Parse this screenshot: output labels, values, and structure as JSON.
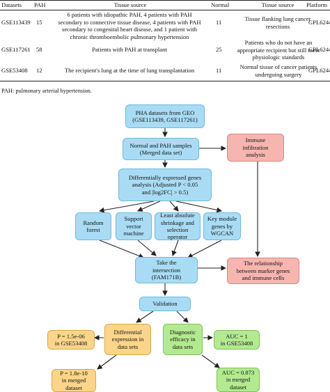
{
  "table": {
    "headers": [
      "Datasets",
      "PAH",
      "Tissue source",
      "Normal",
      "Tissue source",
      "Platform"
    ],
    "rows": [
      {
        "dataset": "GSE113439",
        "pah": "15",
        "source": [
          "6 patients with idiopathic PAH, 4 patients with PAH",
          "secondary to connective tissue disease, 4 patients with PAH",
          "secondary to congenital heart disease, and 1 patient with",
          "chronic thromboembolic pulmonary hypertension"
        ],
        "normal": "11",
        "normal_source": [
          "Tissue flanking lung cancer",
          "resections"
        ],
        "platform": "GPL6244"
      },
      {
        "dataset": "GSE117261",
        "pah": "58",
        "source": [
          "Patients with PAH at transplant"
        ],
        "normal": "25",
        "normal_source": [
          "Patients who do not have an",
          "appropriate recipient but still meet",
          "physiologic standards"
        ],
        "platform": "GPL6244"
      },
      {
        "dataset": "GSE53408",
        "pah": "12",
        "source": [
          "The recipient's lung at the time of lung transplantation"
        ],
        "normal": "11",
        "normal_source": [
          "Normal tissue of cancer patients",
          "undergoing surgery"
        ],
        "platform": "GPL6244"
      }
    ],
    "footnote": "PAH: pulmonary arterial hypertension."
  },
  "flow": {
    "geo": [
      "PHA datasets from GEO",
      "(GSE113439, GSE117261)"
    ],
    "merged": [
      "Normal and PAH samples",
      "(Merged data set)"
    ],
    "immune": [
      "Immune",
      "infiltration",
      "analysis"
    ],
    "deg": [
      "Differentially expressed genes",
      "analysis (Adjusted P < 0.05",
      "and |log2FC| > 0.5)"
    ],
    "rf": [
      "Random",
      "forest"
    ],
    "svm": [
      "Support",
      "vector",
      "machine"
    ],
    "lasso": [
      "Least absolute",
      "shrinkage and",
      "selection operator"
    ],
    "wgcna": [
      "Key module",
      "genes by",
      "WGCAN"
    ],
    "intersect": [
      "Take the",
      "intersection",
      "(FAM171B)"
    ],
    "relationship": [
      "The relationship",
      "between marker genes",
      "and immune cells"
    ],
    "validation": [
      "Validation"
    ],
    "diffexp": [
      "Differential",
      "expression in",
      "data sets"
    ],
    "diag": [
      "Diagnostic",
      "efficacy in",
      "data sets"
    ],
    "p1": [
      "P = 1.5e-06",
      "in GSE53408"
    ],
    "p2": [
      "P = 1.8e-10",
      "in merged",
      "dataset"
    ],
    "auc1": [
      "AUC = 1",
      "in GSE53408"
    ],
    "auc2": [
      "AUC = 0.873",
      "in merged",
      "dataset"
    ]
  }
}
